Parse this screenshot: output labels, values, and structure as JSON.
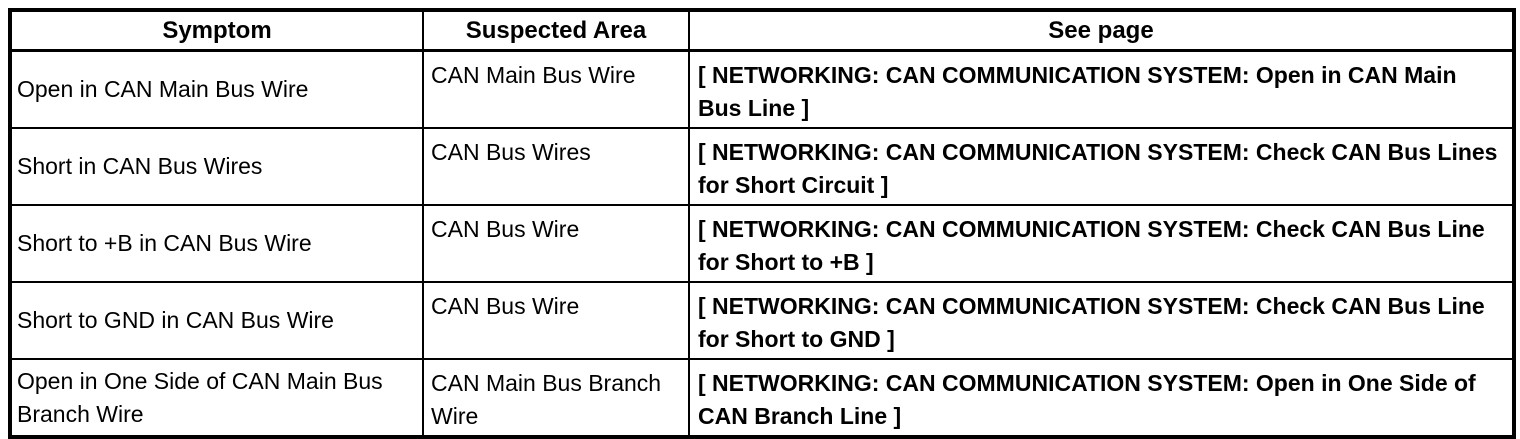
{
  "table": {
    "headers": [
      "Symptom",
      "Suspected Area",
      "See page"
    ],
    "rows": [
      {
        "symptom": "Open in CAN Main Bus Wire",
        "suspected_area": "CAN Main Bus Wire",
        "see_page": "[ NETWORKING: CAN COMMUNICATION SYSTEM: Open in CAN Main Bus Line ]"
      },
      {
        "symptom": "Short in CAN Bus Wires",
        "suspected_area": "CAN Bus Wires",
        "see_page": "[ NETWORKING: CAN COMMUNICATION SYSTEM: Check CAN Bus Lines for Short Circuit ]"
      },
      {
        "symptom": "Short to +B in CAN Bus Wire",
        "suspected_area": "CAN Bus Wire",
        "see_page": "[ NETWORKING: CAN COMMUNICATION SYSTEM: Check CAN Bus Line for Short to +B ]"
      },
      {
        "symptom": "Short to GND in CAN Bus Wire",
        "suspected_area": "CAN Bus Wire",
        "see_page": "[ NETWORKING: CAN COMMUNICATION SYSTEM: Check CAN Bus Line for Short to GND ]"
      },
      {
        "symptom": "Open in One Side of CAN Main Bus Branch Wire",
        "suspected_area": "CAN Main Bus Branch Wire",
        "see_page": "[ NETWORKING: CAN COMMUNICATION SYSTEM: Open in One Side of CAN Branch Line ]"
      }
    ]
  },
  "colors": {
    "border": "#000000",
    "background": "#ffffff",
    "text": "#000000"
  }
}
